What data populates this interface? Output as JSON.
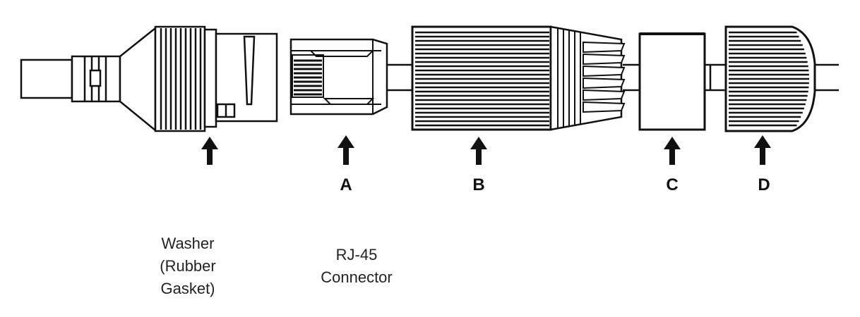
{
  "labels": {
    "a": "A",
    "b": "B",
    "c": "C",
    "d": "D"
  },
  "captions": {
    "washer": [
      "Washer",
      "(Rubber",
      "Gasket)"
    ],
    "rj45": [
      "RJ-45",
      "Connector"
    ]
  },
  "colors": {
    "line": "#111111",
    "background": "#ffffff"
  }
}
